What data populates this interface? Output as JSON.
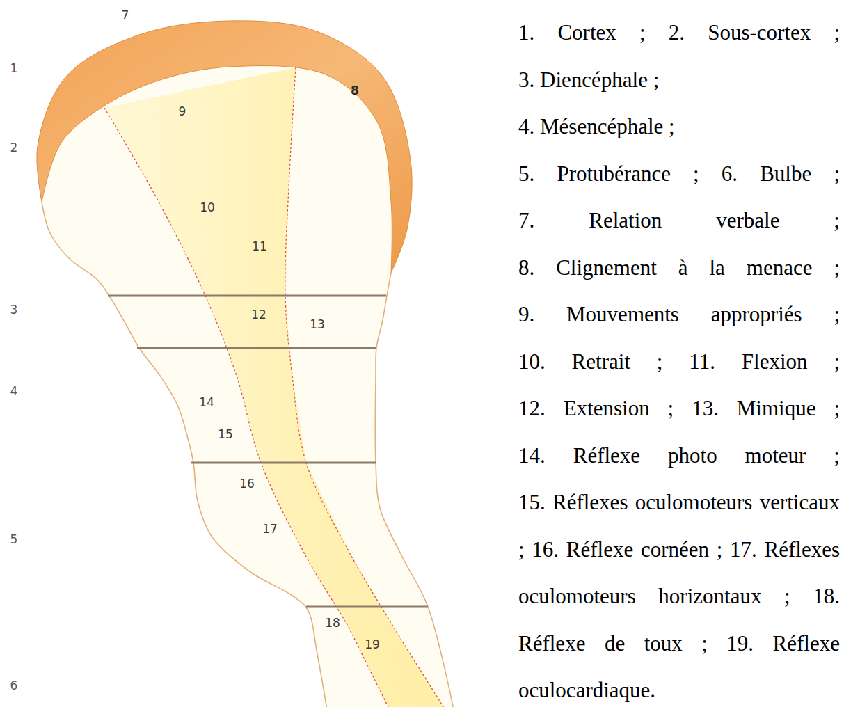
{
  "diagram": {
    "labels": [
      "7",
      "1",
      "8",
      "2",
      "9",
      "10",
      "11",
      "3",
      "12",
      "13",
      "4",
      "14",
      "15",
      "16",
      "5",
      "17",
      "18",
      "6",
      "19",
      "1. Cortex ;",
      "2. Sous-cortex ;",
      "3. Diencéphale ;",
      "4. Mésencéphale ;",
      "5. Protubérance ;",
      "6. Bulbe ;",
      "7. Relation verbale ;",
      "8. Clignement à la menace ;",
      "9. Mouvements appropriés ;",
      "10. Retrait ;",
      "11. Flexion ;",
      "12. Extension ;",
      "13. Mimique ;",
      "14. Réflexe photo moteur ;",
      "15. Réflexes oculomoteurs verticaux ;",
      "16. Réflexe cornéen ;",
      "17. Réflexes oculomoteurs horizontaux ;",
      "18. Réflexe de toux ;",
      "19. Réflexe oculocardiaque."
    ]
  }
}
